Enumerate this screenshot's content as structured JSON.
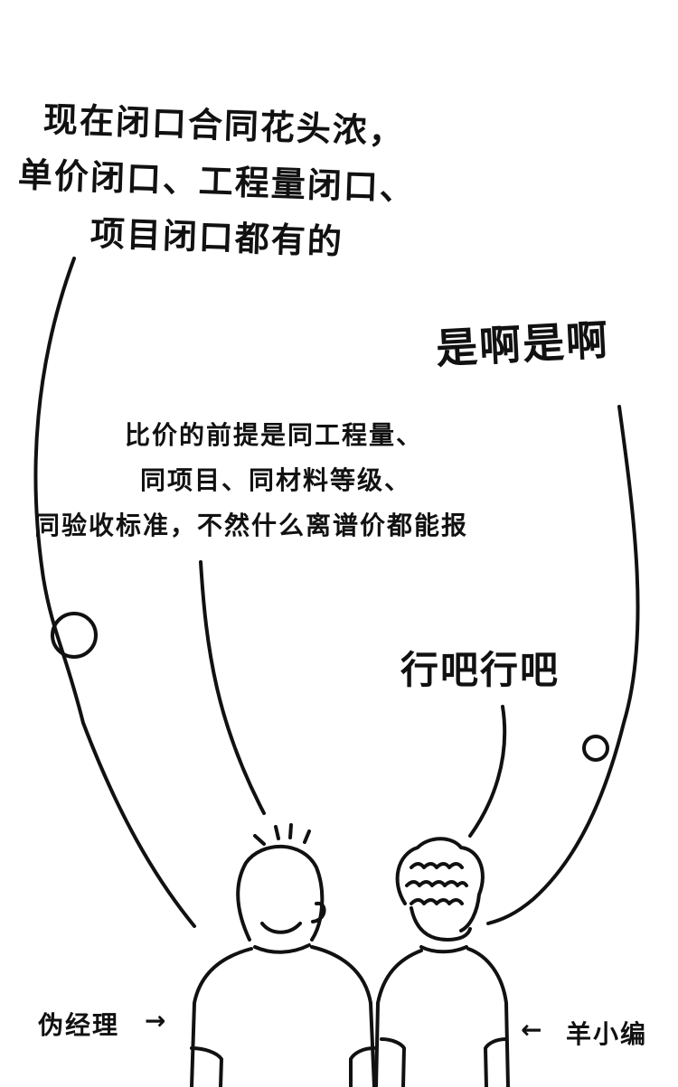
{
  "comic": {
    "bubble_manager_left": {
      "lines": [
        "现在闭口合同花头浓，",
        "单价闭口、工程量闭口、",
        "项目闭口都有的"
      ]
    },
    "bubble_xiaobian_top": {
      "text": "是啊是啊"
    },
    "bubble_manager_center": {
      "lines": [
        "比价的前提是同工程量、",
        "同项目、同材料等级、",
        "同验收标准，不然什么离谱价都能报"
      ]
    },
    "bubble_xiaobian_bottom": {
      "text": "行吧行吧"
    },
    "labels": {
      "left_name": "伪经理",
      "left_arrow": "→",
      "right_arrow": "←",
      "right_name": "羊小编"
    }
  }
}
